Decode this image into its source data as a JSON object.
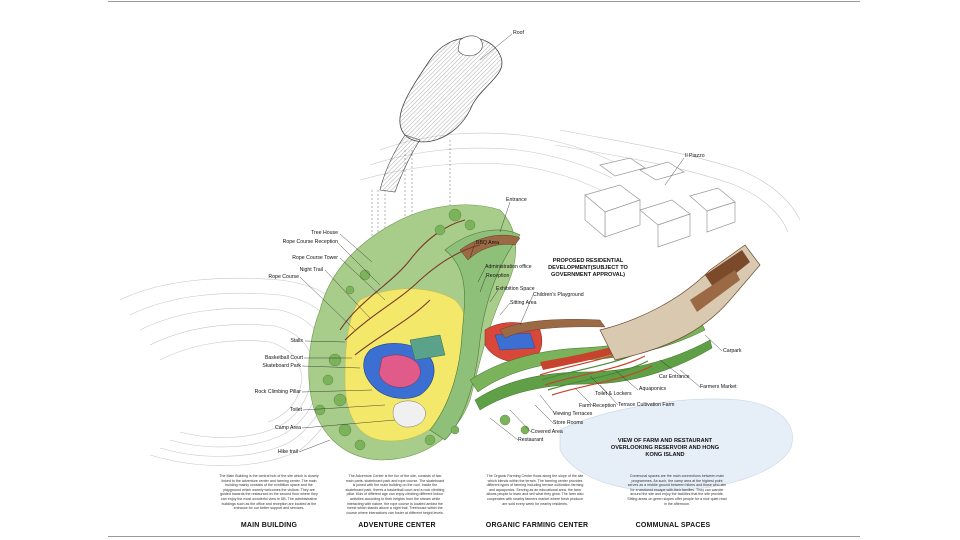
{
  "labels": {
    "roof": "Roof",
    "il_piazzo": "Il Piazzo",
    "entrance": "Entrance",
    "tree_house": "Tree House",
    "rope_course_reception": "Rope Course Reception",
    "bbq_area": "BBQ Area",
    "rope_course_tower": "Rope Course Tower",
    "administration_office": "Administration office",
    "night_trail": "Night Trail",
    "reception": "Reception",
    "rope_course": "Rope Course",
    "exhibition_space": "Exhibition Space",
    "childrens_playground": "Children's Playground",
    "sitting_area": "Sitting Area",
    "stalls": "Stalls",
    "basketball_court": "Basketball Court",
    "skateboard_park": "Skateboard Park",
    "rock_climbing_pillar": "Rock Climbing Pillar",
    "toilet": "Toilet",
    "camp_area": "Camp Area",
    "hike_trail": "Hike trail",
    "carpark": "Carpark",
    "car_entrance": "Car Entrance",
    "aquaponics": "Aquaponics",
    "farmers_market": "Farmers Market",
    "toilet_lockers": "Toilet & Lockers",
    "terrace_cultivation_farm": "Terrace Cultivation Farm",
    "farm_reception": "Farm Reception",
    "viewing_terraces": "Viewing Terraces",
    "store_rooms": "Store Rooms",
    "covered_area": "Covered Area",
    "restaurant": "Restaurant"
  },
  "notes": {
    "residential": "PROPOSED RESIDENTIAL DEVELOPMENT(SUBJECT TO GOVERNMENT APPROVAL)",
    "view": "VIEW OF FARM AND RESTAURANT OVERLOOKING RESERVOIR AND HONG KONG ISLAND"
  },
  "sections": [
    {
      "title": "MAIN BUILDING",
      "text": "The Main Building is the central hub of the site which is closely linked to the adventure center and farming center. The main building mainly consists of the exhibition space and the playground which warmly welcomes the visitors. They are guided towards the restaurant on the second floor where they can enjoy the most wonderful view in DB. The administrative buildings such as the office and reception are located at the entrance for our better support and services."
    },
    {
      "title": "ADVENTURE CENTER",
      "text": "The Adventure Center is the fun of the site, consists of two main parts: skateboard park and rope course. The skateboard is joined with the main building on the roof. Inside the skateboard park, theres a basketball court and a rock climbing pillar. Kids of different age can enjoy climbing different indoor activities according to their heights from the stream while interacting with nature, the rope course is located amidst the forest which stands above a night trail. Treehouse within the course where interactions can foster at different height levels."
    },
    {
      "title": "ORGANIC FARMING CENTER",
      "text": "The Organic Farming Center flows along the slope of the site which blends within the terrain. The farming center provides different types of farming including terrace cultivation farming and aquaponics. Serving as an educational area, the farm allows people to learn and sell what they grow. The farm also cooperates with nearby farmers market where fresh produce are sold every week for nearby residents."
    },
    {
      "title": "COMMUNAL SPACES",
      "text": "Communal spaces are the main connections between main programmes. As such, the camp area at the highest point serves as a middle ground between hikers and those who aim for a weekend escape with their families. They can wander around the site and enjoy the facilities that the site provide. Sitting areas on green slopes offer people for a nice quiet read in the afternoon."
    }
  ],
  "icons": {
    "leader_lines": "leader-line",
    "tree_clusters": "tree-cluster"
  },
  "colors": {
    "tree_green": "#7bb35a",
    "yellow": "#f3e86a",
    "blue": "#3b6fd1",
    "red": "#c8432d",
    "brown": "#7a4a2b",
    "water": "#e6eef8"
  }
}
